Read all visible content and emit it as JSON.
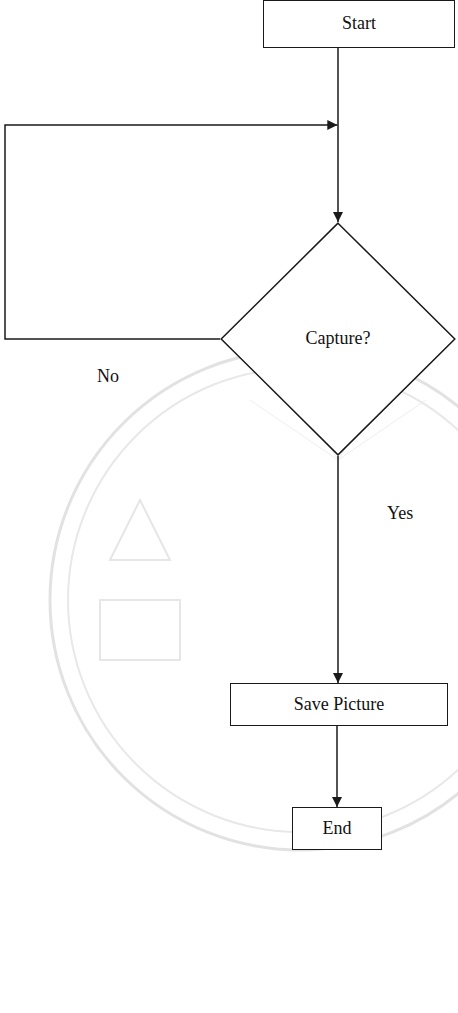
{
  "diagram": {
    "nodes": [
      {
        "text": [
          "Start"
        ]
      },
      {
        "text": [
          "Capture?"
        ]
      },
      {
        "text": [
          "Save Picture"
        ]
      },
      {
        "text": [
          "End"
        ]
      }
    ],
    "edges": [
      {
        "from": 0,
        "to": 1,
        "arrow": "to"
      },
      {
        "from": 1,
        "to": 1,
        "label": "No",
        "arrow": "to"
      },
      {
        "from": 1,
        "to": 2,
        "label": "Yes",
        "arrow": "to"
      },
      {
        "from": 2,
        "to": 3,
        "arrow": "to"
      }
    ]
  }
}
